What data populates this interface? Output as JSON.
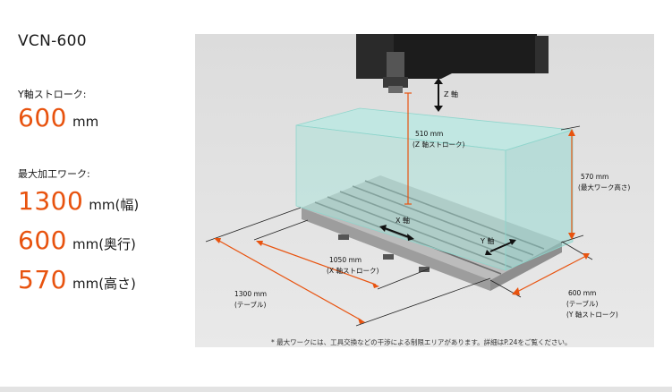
{
  "model": "VCN-600",
  "specs": {
    "y_stroke_label": "Y軸ストローク:",
    "y_stroke_value": "600",
    "y_stroke_unit": "mm",
    "max_work_label": "最大加工ワーク:",
    "width_value": "1300",
    "width_unit": "mm",
    "width_note": "(幅)",
    "depth_value": "600",
    "depth_unit": "mm",
    "depth_note": "(奥行)",
    "height_value": "570",
    "height_unit": "mm",
    "height_note": "(高さ)"
  },
  "figure": {
    "z_axis_label": "Z 軸",
    "x_axis_label": "X 軸",
    "y_axis_label": "Y 軸",
    "z_stroke_line1": "510 mm",
    "z_stroke_line2": "(Z 軸ストローク)",
    "max_height_line1": "570 mm",
    "max_height_line2": "(最大ワーク高さ)",
    "x_stroke_line1": "1050 mm",
    "x_stroke_line2": "(X 軸ストローク)",
    "table_width_line1": "1300 mm",
    "table_width_line2": "(テーブル)",
    "table_depth_line1": "600 mm",
    "table_depth_line2": "(テーブル)",
    "table_depth_line3": "(Y 軸ストローク)",
    "accent_color": "#e8530f"
  },
  "footnote": "* 最大ワークには、工具交換などの干渉による制限エリアがあります。詳細はP.24をご覧ください。"
}
